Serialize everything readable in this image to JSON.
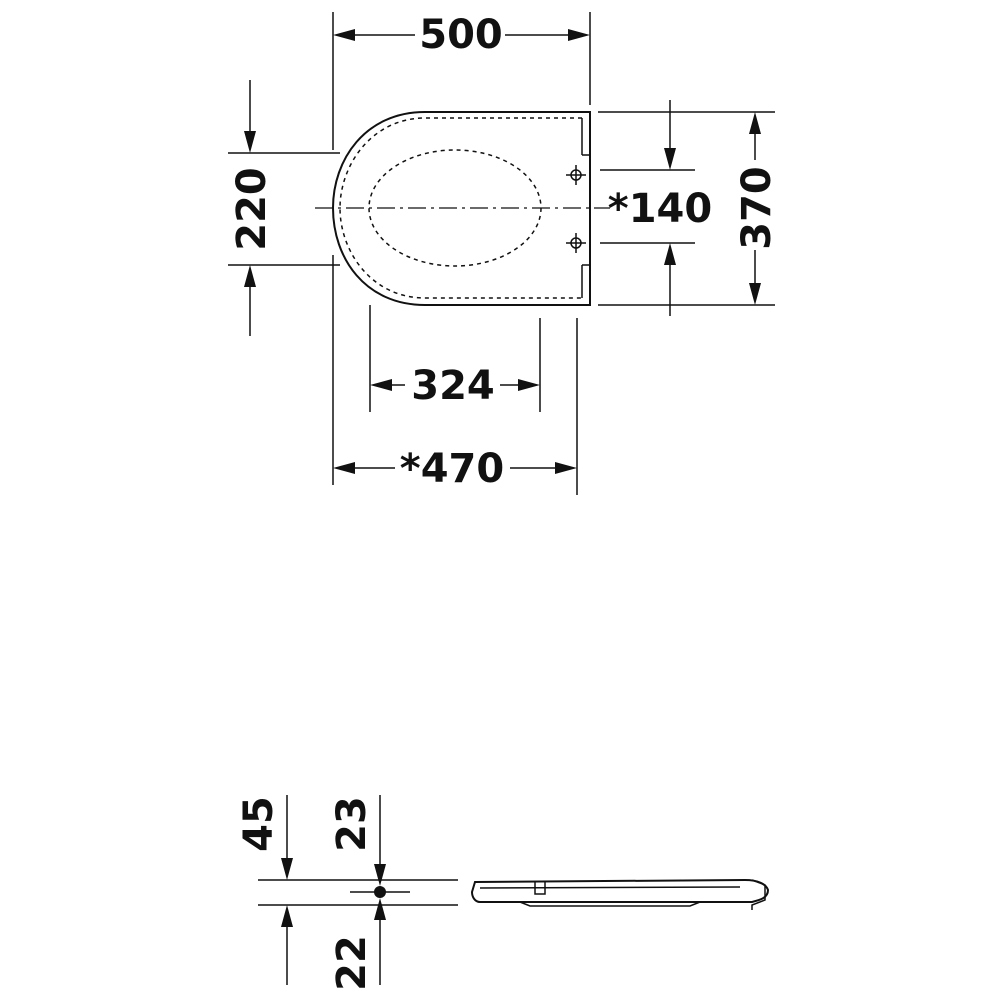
{
  "dimensions": {
    "width_top": "500",
    "height_left": "220",
    "hinge_spacing": "*140",
    "depth_right": "370",
    "inner_width": "324",
    "bottom_width": "*470",
    "side_total": "45",
    "side_upper": "23",
    "side_lower": "22"
  }
}
